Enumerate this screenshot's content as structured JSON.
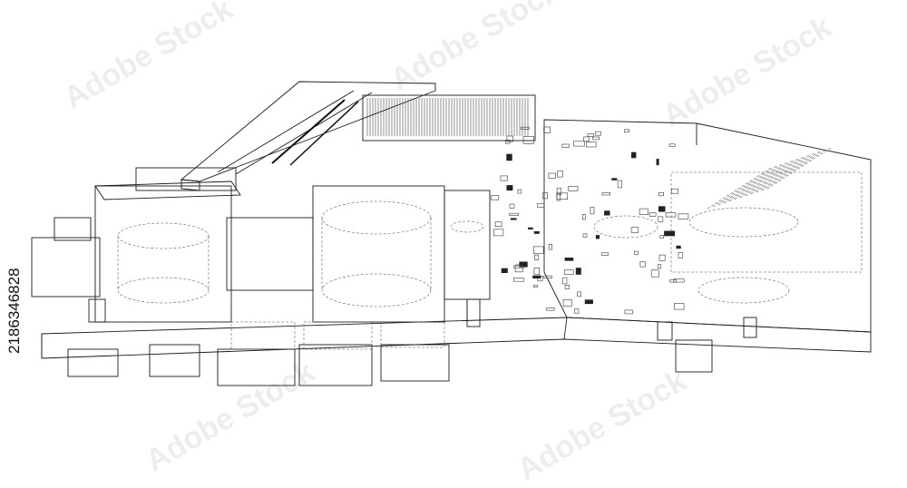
{
  "stock_id": "2186346828",
  "watermark": "Adobe Stock",
  "icons": {
    "wireframe": "circuit-board-wireframe-illustration"
  }
}
